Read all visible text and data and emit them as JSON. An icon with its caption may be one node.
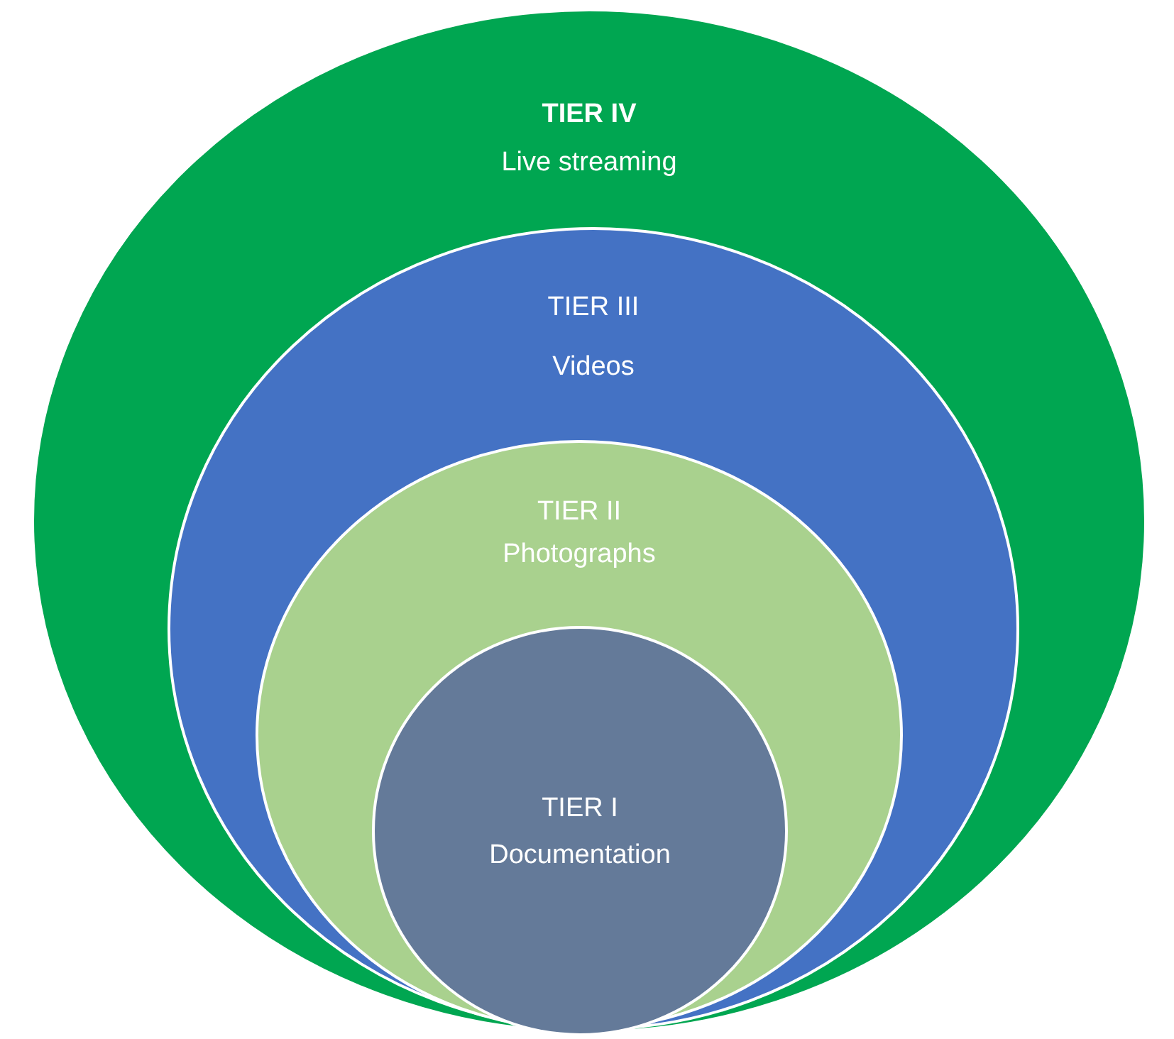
{
  "diagram": {
    "nodes": [
      {
        "text": [
          "TIER IV",
          "Live streaming"
        ]
      },
      {
        "text": [
          "TIER III",
          "Videos"
        ],
        "in": 0
      },
      {
        "text": [
          "TIER II",
          "Photographs"
        ],
        "in": 1
      },
      {
        "text": [
          "TIER I",
          "Documentation"
        ],
        "in": 2
      }
    ]
  }
}
